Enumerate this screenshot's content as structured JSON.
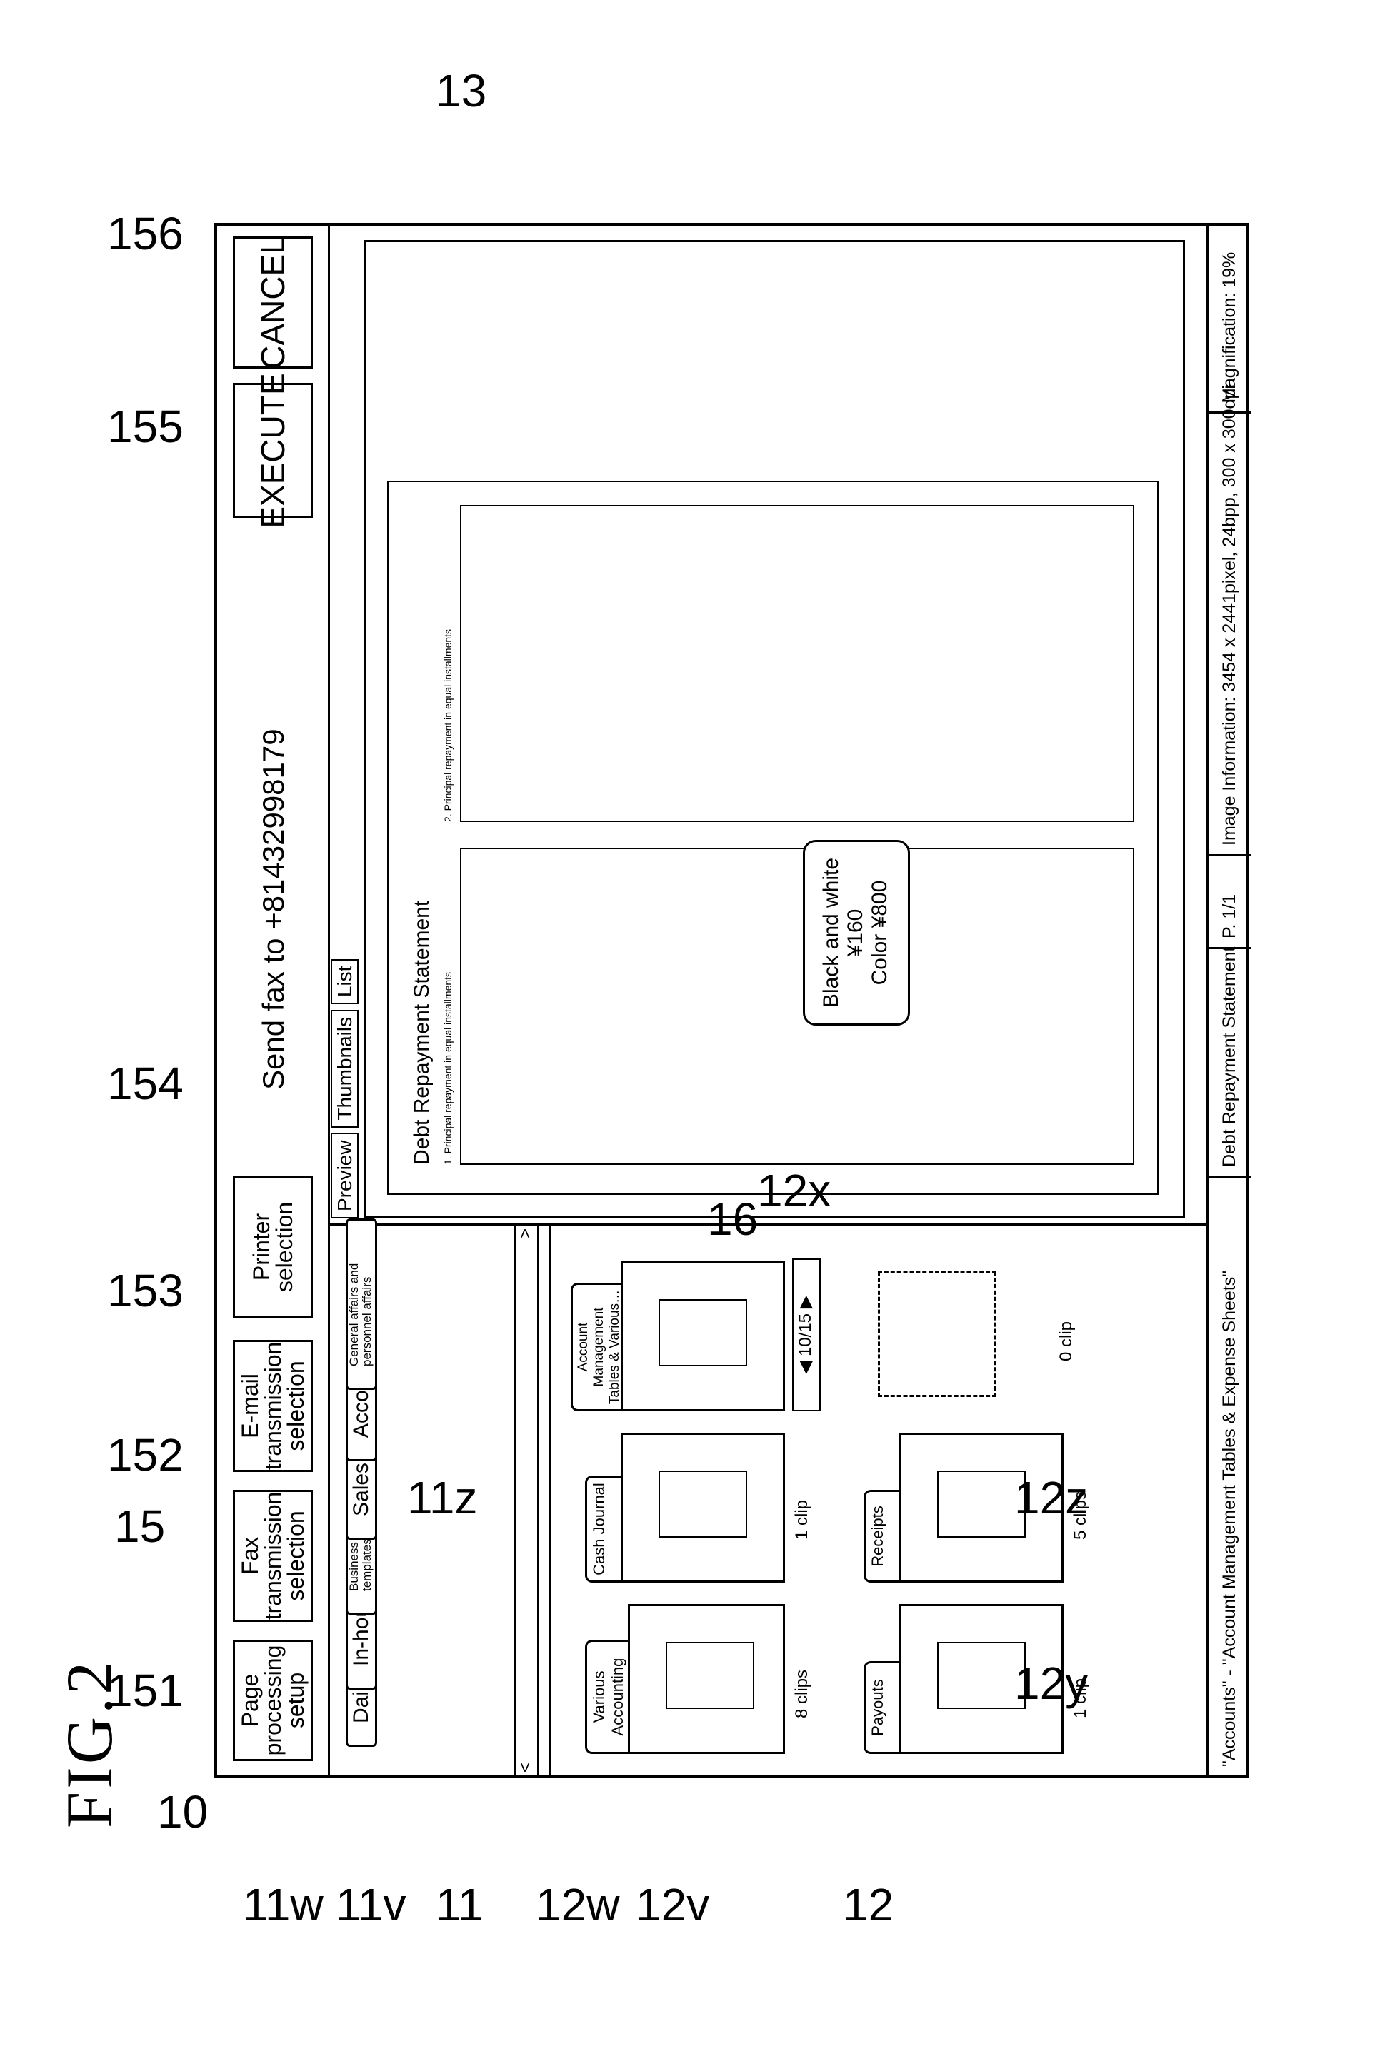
{
  "figure_label": "FIG.2",
  "refs": {
    "r10": "10",
    "r11": "11",
    "r11v": "11v",
    "r11w": "11w",
    "r11z": "11z",
    "r12": "12",
    "r12v": "12v",
    "r12w": "12w",
    "r12x": "12x",
    "r12y": "12y",
    "r12z": "12z",
    "r13": "13",
    "r15": "15",
    "r16": "16",
    "r151": "151",
    "r152": "152",
    "r153": "153",
    "r154": "154",
    "r155": "155",
    "r156": "156"
  },
  "toolbar": {
    "page_processing": "Page\nprocessing\nsetup",
    "fax_selection": "Fax\ntransmission\nselection",
    "email_selection": "E-mail\ntransmission\nselection",
    "printer_selection": "Printer\nselection",
    "fax_to": "Send fax to +81432998179",
    "execute": "EXECUTE",
    "cancel": "CANCEL"
  },
  "tabs": {
    "daily": "Daily",
    "in_house": "In-house",
    "business_templates": "Business document templates",
    "sales": "Sales",
    "accounts": "Accounts",
    "general_affairs": "General affairs and personnel affairs"
  },
  "clips": {
    "various_accounting": "Various Accounting Requests",
    "various_accounting_count": "8 clips",
    "cash_journal": "Cash Journal",
    "cash_journal_count": "1 clip",
    "account_mgmt": "Account Management Tables & Various…",
    "account_mgmt_page": "10/15",
    "payouts": "Payouts",
    "payouts_count": "1 clip",
    "receipts": "Receipts",
    "receipts_count": "5 clips",
    "empty_count": "0 clip"
  },
  "preview_tabs": {
    "preview": "Preview",
    "thumbnails": "Thumbnails",
    "list": "List"
  },
  "document": {
    "title": "Debt Repayment Statement",
    "section1": "1. Principal repayment in equal installments",
    "section2": "2. Principal repayment in equal installments"
  },
  "price_tag": {
    "bw": "Black and white ¥160",
    "color": "Color ¥800"
  },
  "status": {
    "path": "\"Accounts\" - \"Account Management Tables & Expense Sheets\"",
    "doc": "Debt Repayment Statement",
    "page": "P. 1/1",
    "info": "Image Information: 3454 x 2441pixel, 24bpp, 300 x 300dpi",
    "mag": "Magnification: 19%"
  }
}
